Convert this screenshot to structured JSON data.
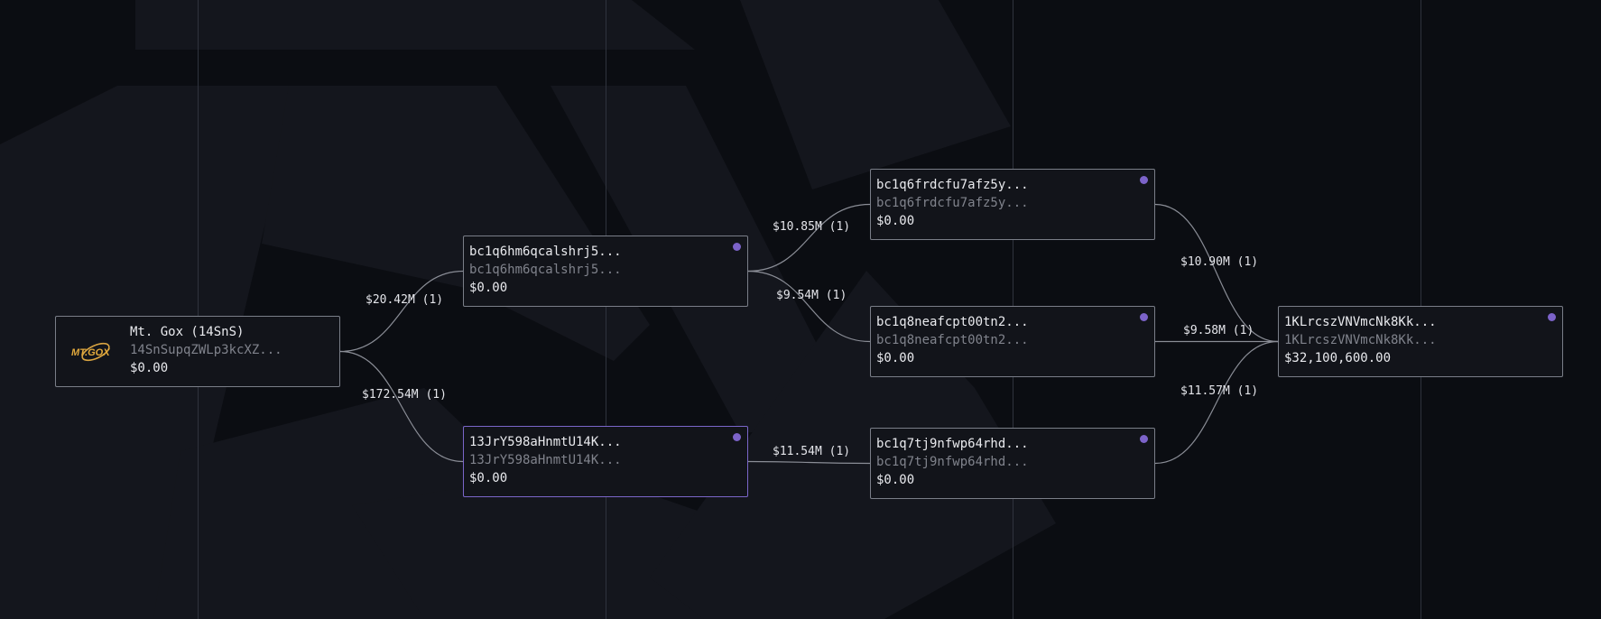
{
  "nodes": [
    {
      "id": "mtgox",
      "title": "Mt. Gox (14SnS)",
      "address": "14SnSupqZWLp3kcXZ...",
      "balance": "$0.00",
      "entity_logo": "MT.GOX",
      "tag_color": null
    },
    {
      "id": "n1",
      "title": "bc1q6hm6qcalshrj5...",
      "address": "bc1q6hm6qcalshrj5...",
      "balance": "$0.00",
      "tag_color": "#7c63c9"
    },
    {
      "id": "n2",
      "title": "13JrY598aHnmtU14K...",
      "address": "13JrY598aHnmtU14K...",
      "balance": "$0.00",
      "tag_color": "#7c63c9"
    },
    {
      "id": "n3",
      "title": "bc1q6frdcfu7afz5y...",
      "address": "bc1q6frdcfu7afz5y...",
      "balance": "$0.00",
      "tag_color": "#7c63c9"
    },
    {
      "id": "n4",
      "title": "bc1q8neafcpt00tn2...",
      "address": "bc1q8neafcpt00tn2...",
      "balance": "$0.00",
      "tag_color": "#7c63c9"
    },
    {
      "id": "n5",
      "title": "bc1q7tj9nfwp64rhd...",
      "address": "bc1q7tj9nfwp64rhd...",
      "balance": "$0.00",
      "tag_color": "#7c63c9"
    },
    {
      "id": "n6",
      "title": "1KLrcszVNVmcNk8Kk...",
      "address": "1KLrcszVNVmcNk8Kk...",
      "balance": "$32,100,600.00",
      "tag_color": "#7c63c9"
    }
  ],
  "edges": [
    {
      "from": "mtgox",
      "to": "n1",
      "label": "$20.42M (1)"
    },
    {
      "from": "mtgox",
      "to": "n2",
      "label": "$172.54M (1)"
    },
    {
      "from": "n1",
      "to": "n3",
      "label": "$10.85M (1)"
    },
    {
      "from": "n1",
      "to": "n4",
      "label": "$9.54M (1)"
    },
    {
      "from": "n2",
      "to": "n5",
      "label": "$11.54M (1)"
    },
    {
      "from": "n3",
      "to": "n6",
      "label": "$10.90M (1)"
    },
    {
      "from": "n4",
      "to": "n6",
      "label": "$9.58M (1)"
    },
    {
      "from": "n5",
      "to": "n6",
      "label": "$11.57M (1)"
    }
  ],
  "colors": {
    "background": "#0b0d12",
    "node_border": "#7a7e88",
    "selected_border": "#7a66c9",
    "tag_dot": "#7c63c9",
    "edge": "#8a8d96"
  }
}
